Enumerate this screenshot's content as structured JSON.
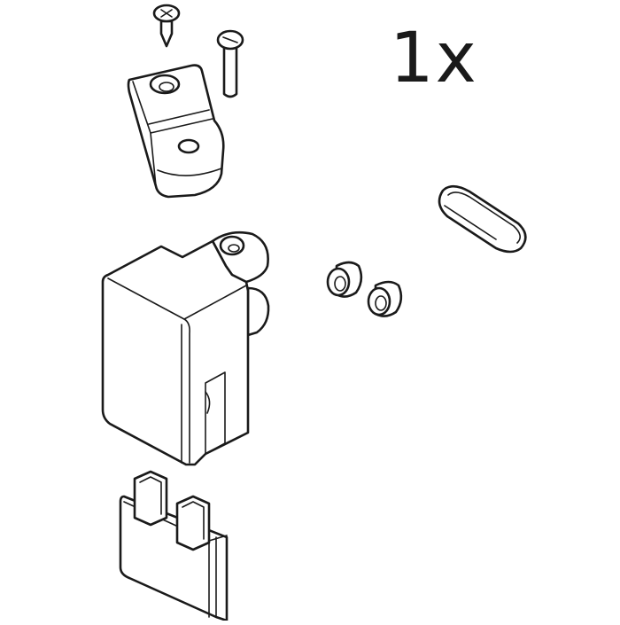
{
  "diagram": {
    "quantity_label": "1x",
    "colors": {
      "line": "#1a1a1a",
      "background": "#ffffff"
    },
    "parts": [
      {
        "id": "phillips-screw",
        "icon": "phillips-screw-icon"
      },
      {
        "id": "slotted-screw",
        "icon": "slotted-screw-icon"
      },
      {
        "id": "mounting-bracket",
        "icon": "bracket-icon"
      },
      {
        "id": "oval-grommet",
        "icon": "oval-grommet-icon"
      },
      {
        "id": "housing-block",
        "icon": "housing-icon"
      },
      {
        "id": "bushing-1",
        "icon": "bushing-icon"
      },
      {
        "id": "bushing-2",
        "icon": "bushing-icon"
      },
      {
        "id": "two-pin-connector",
        "icon": "connector-icon"
      }
    ]
  }
}
